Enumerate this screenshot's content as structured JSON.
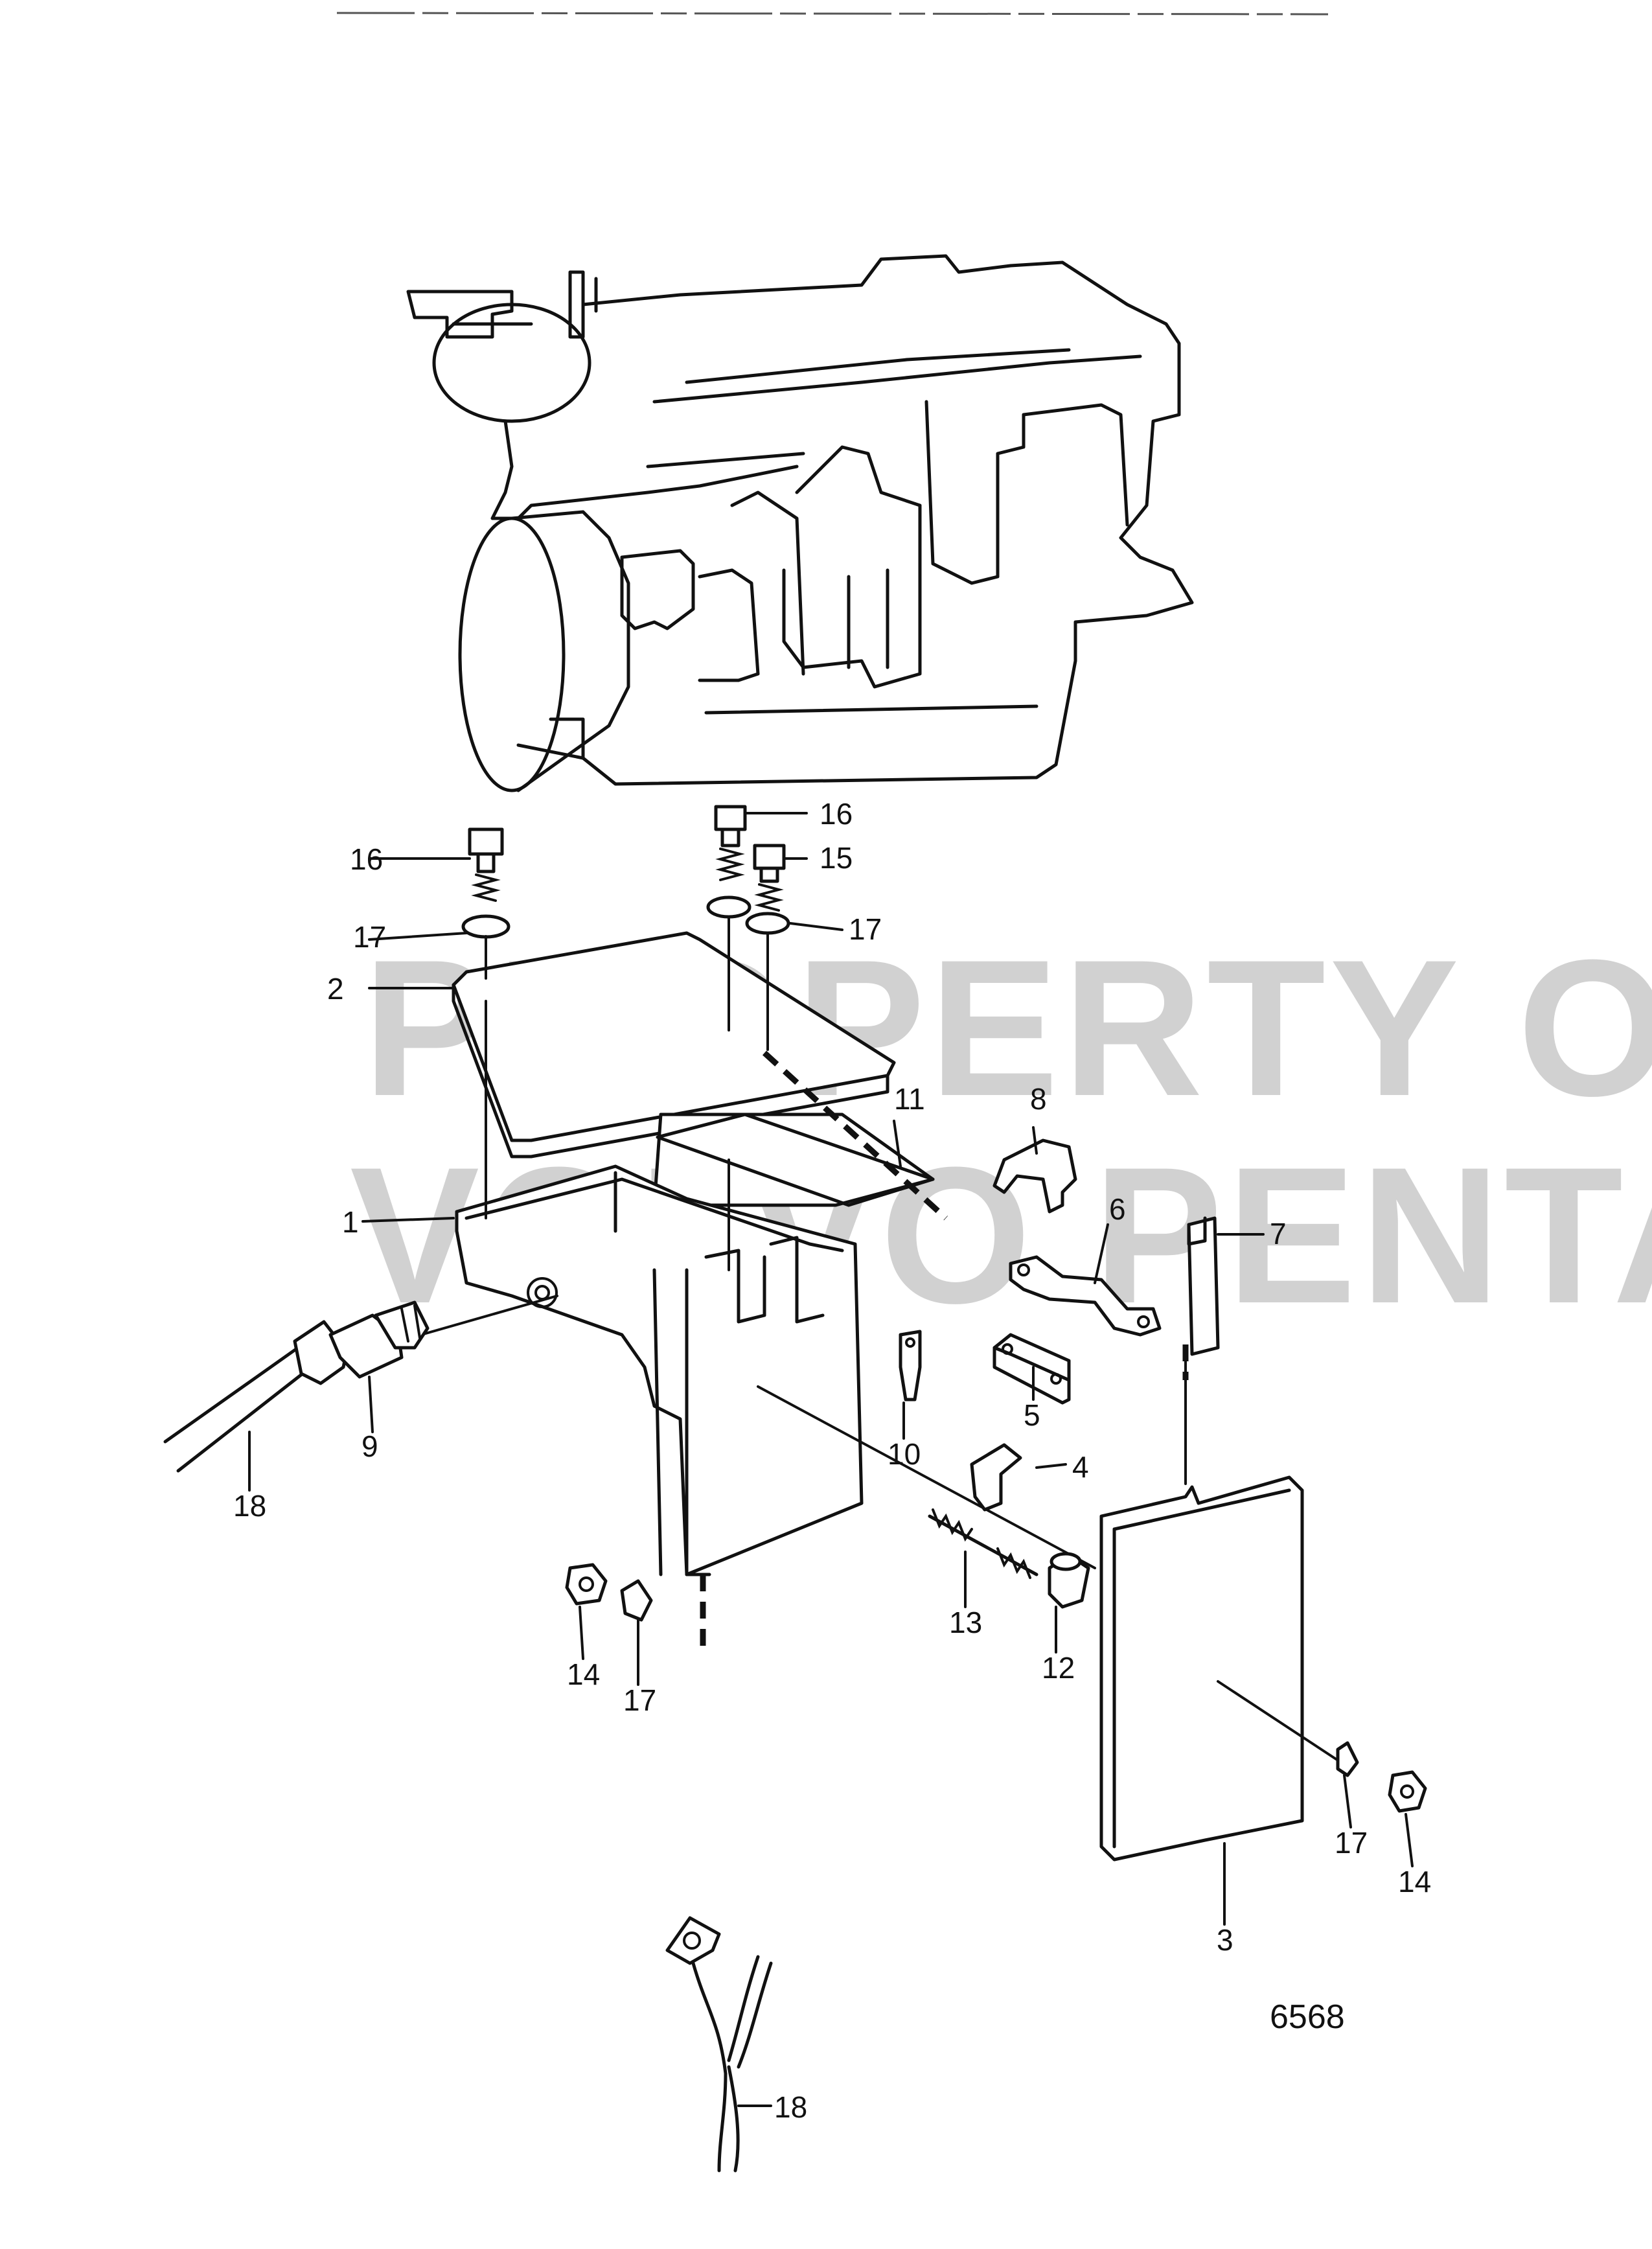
{
  "figure_number": "6568",
  "watermark": {
    "line1": "PROPERTY OF",
    "line2": "VOLVO PENTA"
  },
  "callouts": {
    "c1": "1",
    "c2": "2",
    "c3": "3",
    "c4": "4",
    "c5": "5",
    "c6": "6",
    "c7": "7",
    "c8": "8",
    "c9": "9",
    "c10": "10",
    "c11": "11",
    "c12": "12",
    "c13": "13",
    "c14a": "14",
    "c14b": "14",
    "c15": "15",
    "c16a": "16",
    "c16b": "16",
    "c17a": "17",
    "c17b": "17",
    "c17c": "17",
    "c17d": "17",
    "c18a": "18",
    "c18b": "18"
  }
}
